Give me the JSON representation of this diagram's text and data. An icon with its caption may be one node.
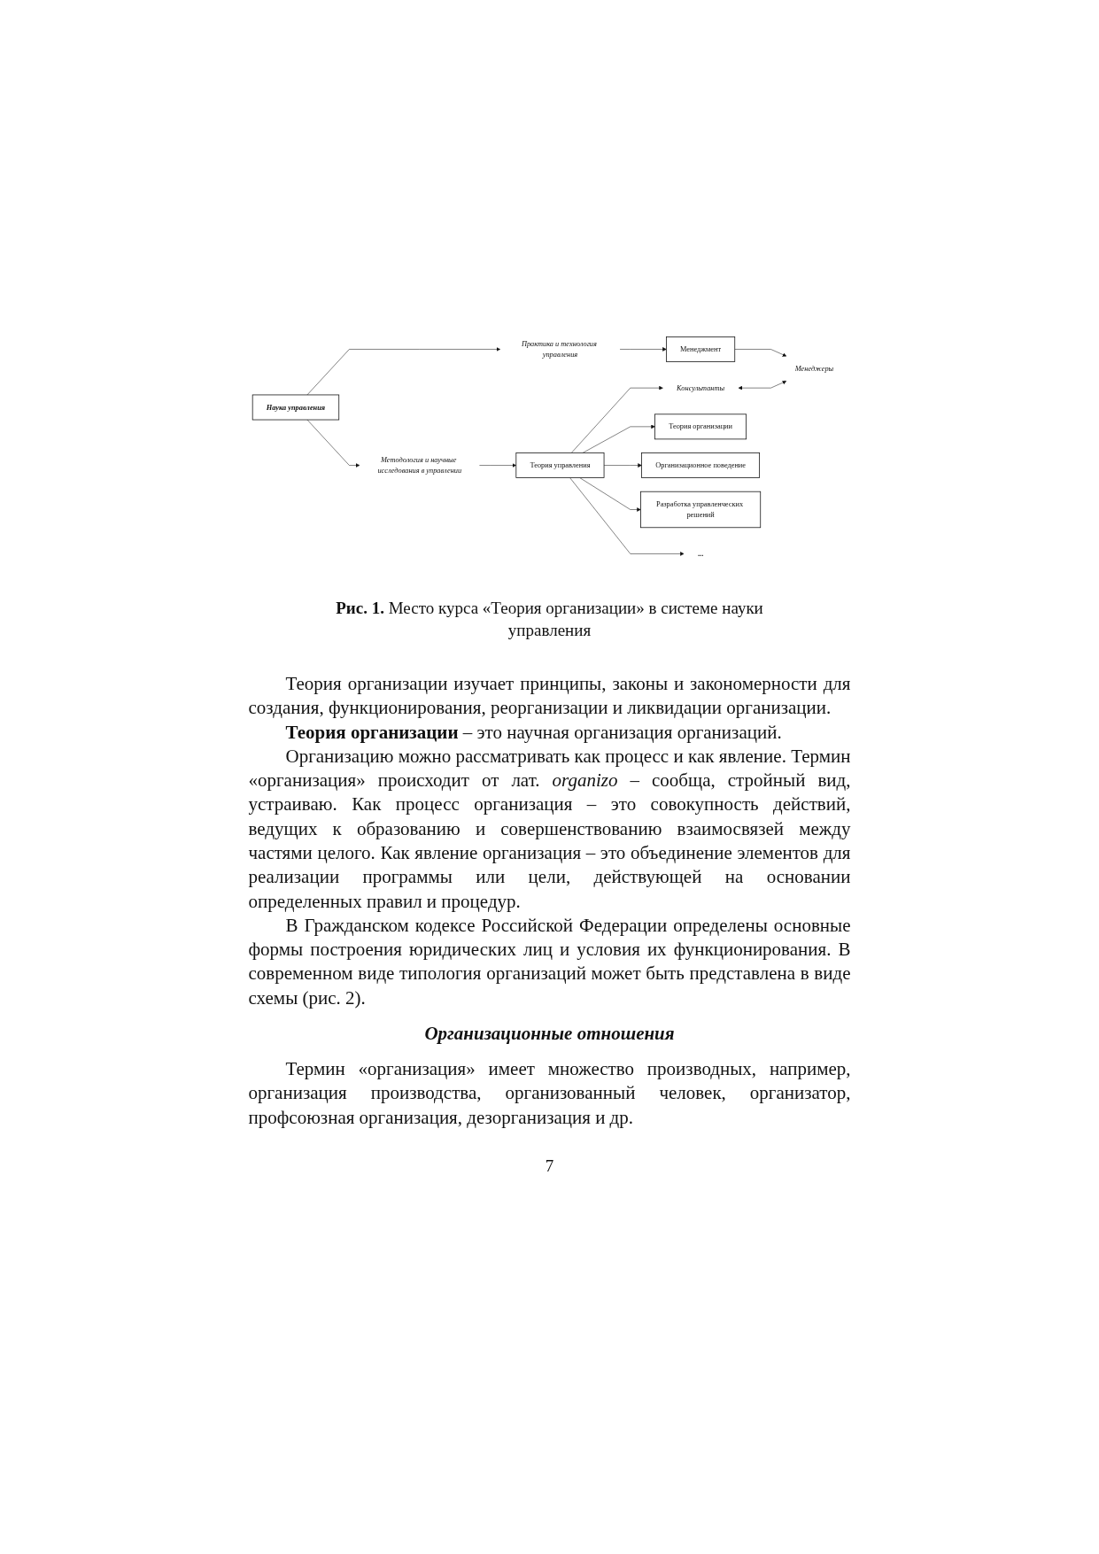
{
  "diagram": {
    "caption": "**Рис. 1.** Место курса «Теория организации» в системе науки управления",
    "nodes": [
      {
        "text": [
          "Наука управления"
        ]
      },
      {
        "text": [
          "Практика и технология управления"
        ]
      },
      {
        "text": [
          "Менеджмент"
        ]
      },
      {
        "text": [
          "Менеджеры"
        ]
      },
      {
        "text": [
          "Методология и научные исследования в управлении"
        ]
      },
      {
        "text": [
          "Теория управления"
        ]
      },
      {
        "text": [
          "Консультанты"
        ]
      },
      {
        "text": [
          "Теория организации"
        ]
      },
      {
        "text": [
          "Организационное поведение"
        ]
      },
      {
        "text": [
          "Разработка управленческих решений"
        ]
      },
      {
        "text": [
          "..."
        ]
      }
    ],
    "edges": [
      {
        "from": 0,
        "to": 1,
        "arrow": "to"
      },
      {
        "from": 1,
        "to": 2,
        "arrow": "to"
      },
      {
        "from": 2,
        "to": 3,
        "arrow": "to"
      },
      {
        "from": 0,
        "to": 4,
        "arrow": "to"
      },
      {
        "from": 4,
        "to": 5,
        "arrow": "to"
      },
      {
        "from": 5,
        "to": 6,
        "arrow": "to"
      },
      {
        "from": 6,
        "to": 3,
        "arrow": "both"
      },
      {
        "from": 5,
        "to": 7,
        "arrow": "to"
      },
      {
        "from": 5,
        "to": 8,
        "arrow": "to"
      },
      {
        "from": 5,
        "to": 9,
        "arrow": "to"
      },
      {
        "from": 5,
        "to": 10,
        "arrow": "to"
      }
    ],
    "labels": [
      "Теория организации изучает принципы, законы и закономерности для создания, функционирования, реорганизации и ликвидации организации.",
      "**Теория организации** – это научная организация организаций.",
      "Организацию можно рассматривать как процесс и как явление. Термин «организация» происходит от лат. *organizo* – сообща, стройный вид, устраиваю. Как процесс организация – это совокупность действий, ведущих к образованию и совершенствованию взаимосвязей между частями целого. Как явление организация – это объединение элементов для реализации программы или цели, действующей на основании определенных правил и процедур.",
      "В Гражданском кодексе Российской Федерации определены основные формы построения юридических лиц и условия их функционирования. В современном виде типология организаций может быть представлена в виде схемы (рис. 2).",
      "Организационные отношения",
      "Термин «организация» имеет множество производных, например, организация производства, организованный человек, организатор, профсоюзная организация, дезорганизация и др.",
      "7"
    ]
  }
}
